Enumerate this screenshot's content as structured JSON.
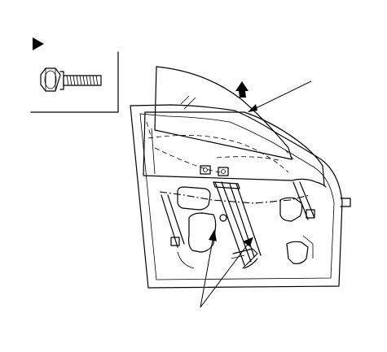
{
  "figure": {
    "colors": {
      "line": "#000000",
      "background": "#ffffff"
    },
    "parts": {
      "bullet": "triangle-bullet-icon",
      "fastener": "flange-bolt-icon",
      "glass": "door-glass",
      "door": "door-panel",
      "regulator": "window-regulator"
    }
  }
}
